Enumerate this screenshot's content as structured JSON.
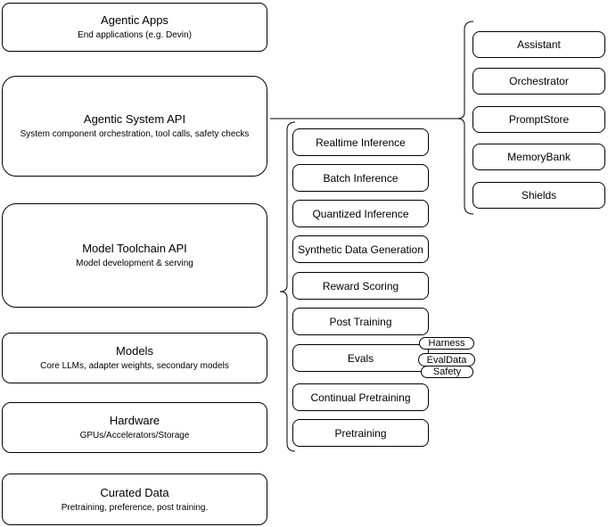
{
  "diagram": {
    "left_column": [
      {
        "title": "Agentic Apps",
        "subtitle": "End applications (e.g. Devin)"
      },
      {
        "title": "Agentic System API",
        "subtitle": "System component orchestration, tool calls, safety checks"
      },
      {
        "title": "Model Toolchain API",
        "subtitle": "Model development & serving"
      },
      {
        "title": "Models",
        "subtitle": "Core LLMs, adapter weights, secondary models"
      },
      {
        "title": "Hardware",
        "subtitle": "GPUs/Accelerators/Storage"
      },
      {
        "title": "Curated Data",
        "subtitle": "Pretraining, preference, post training."
      }
    ],
    "toolchain_items": [
      "Realtime Inference",
      "Batch Inference",
      "Quantized Inference",
      "Synthetic Data Generation",
      "Reward Scoring",
      "Post Training",
      "Evals",
      "Continual Pretraining",
      "Pretraining"
    ],
    "eval_tags": [
      "Harness",
      "EvalData",
      "Safety"
    ],
    "system_components": [
      "Assistant",
      "Orchestrator",
      "PromptStore",
      "MemoryBank",
      "Shields"
    ],
    "colors": {
      "border": "#000000",
      "background": "#ffffff",
      "text": "#000000"
    }
  }
}
